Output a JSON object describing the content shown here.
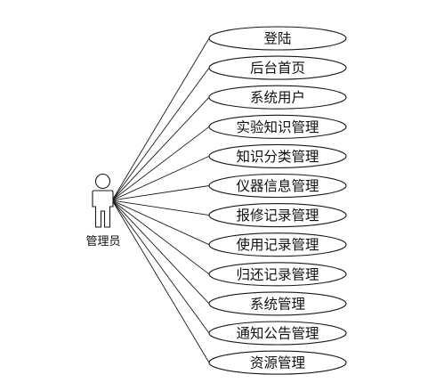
{
  "diagram": {
    "type": "use-case",
    "actor": {
      "label": "管理员"
    },
    "use_cases": [
      "登陆",
      "后台首页",
      "系统用户",
      "实验知识管理",
      "知识分类管理",
      "仪器信息管理",
      "报修记录管理",
      "使用记录管理",
      "归还记录管理",
      "系统管理",
      "通知公告管理",
      "资源管理"
    ]
  }
}
